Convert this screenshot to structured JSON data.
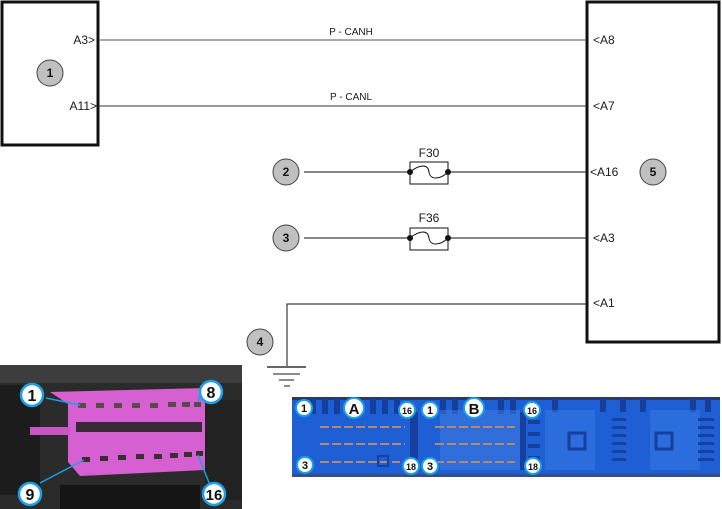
{
  "diagram": {
    "components": [
      {
        "id": "1",
        "pins": [
          "A3>",
          "A11>"
        ]
      },
      {
        "id": "5",
        "pins": [
          "<A8",
          "<A7",
          "<A16",
          "<A3",
          "<A1"
        ]
      }
    ],
    "wires": [
      {
        "from": "1:A3",
        "to": "5:A8",
        "label": "P - CANH"
      },
      {
        "from": "1:A11",
        "to": "5:A7",
        "label": "P - CANL"
      },
      {
        "from": "2",
        "via": "F30",
        "to": "5:A16"
      },
      {
        "from": "3",
        "via": "F36",
        "to": "5:A3"
      },
      {
        "from": "4",
        "to": "5:A1",
        "type": "ground"
      }
    ],
    "callouts": [
      "1",
      "2",
      "3",
      "4",
      "5"
    ],
    "fuses": [
      "F30",
      "F36"
    ],
    "labels": {
      "c1_pin_a3": "A3>",
      "c1_pin_a11": "A11>",
      "c5_pin_a8": "<A8",
      "c5_pin_a7": "<A7",
      "c5_pin_a16": "<A16",
      "c5_pin_a3": "<A3",
      "c5_pin_a1": "<A1",
      "wire_canh": "P - CANH",
      "wire_canl": "P - CANL",
      "fuse_1": "F30",
      "fuse_2": "F36",
      "callout_1": "1",
      "callout_2": "2",
      "callout_3": "3",
      "callout_4": "4",
      "callout_5": "5"
    }
  },
  "photos": {
    "obd_connector": {
      "color": "#d65fd1",
      "pin_labels": {
        "top_left": "1",
        "top_right": "8",
        "bottom_left": "9",
        "bottom_right": "16"
      }
    },
    "ecu_connector": {
      "color": "#1f5fd6",
      "section_labels": {
        "a": "A",
        "b": "B"
      },
      "pin_labels": {
        "a_top_left": "1",
        "a_top_right": "16",
        "a_bottom_left": "3",
        "a_bottom_right": "18",
        "b_top_left": "1",
        "b_top_right": "16",
        "b_bottom_left": "3",
        "b_bottom_right": "18"
      }
    }
  },
  "colors": {
    "line": "#1a1a1a",
    "wire_grey": "#777777",
    "callout_fill": "#c0c0c0",
    "label_ring": "#1aa0e6"
  }
}
